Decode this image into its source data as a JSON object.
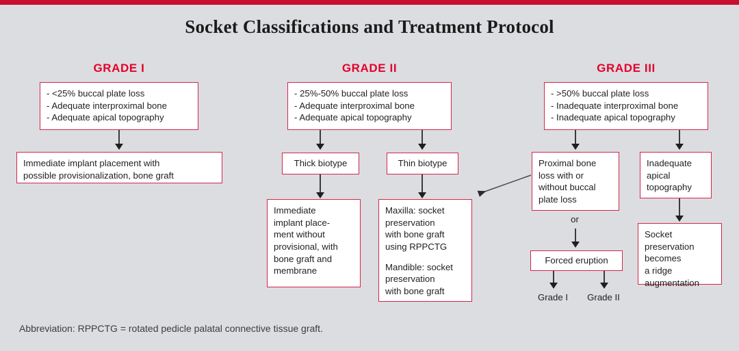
{
  "page": {
    "title": "Socket Classifications and Treatment Protocol",
    "accent_red": "#c8102e",
    "box_border_red": "#d2264b",
    "background": "#dcdde0",
    "footnote": "Abbreviation: RPPCTG = rotated pedicle palatal connective tissue graft."
  },
  "columns": {
    "grade1": {
      "heading": "GRADE I",
      "criteria": {
        "line1": "- <25% buccal plate loss",
        "line2": "- Adequate interproximal bone",
        "line3": "- Adequate apical topography"
      },
      "treatment": {
        "line1": "Immediate implant placement with",
        "line2": "possible provisionalization, bone graft"
      }
    },
    "grade2": {
      "heading": "GRADE II",
      "criteria": {
        "line1": "- 25%-50% buccal plate loss",
        "line2": "- Adequate interproximal bone",
        "line3": "- Adequate apical topography"
      },
      "thick_biotype": "Thick biotype",
      "thin_biotype": "Thin biotype",
      "thick_treatment": {
        "line1": "Immediate",
        "line2": "implant place-",
        "line3": "ment without",
        "line4": "provisional, with",
        "line5": "bone graft and",
        "line6": "membrane"
      },
      "thin_treatment": {
        "maxilla_line1": "Maxilla: socket",
        "maxilla_line2": "preservation",
        "maxilla_line3": "with bone graft",
        "maxilla_line4": "using RPPCTG",
        "mandible_line1": "Mandible: socket",
        "mandible_line2": "preservation",
        "mandible_line3": "with bone graft"
      }
    },
    "grade3": {
      "heading": "GRADE III",
      "criteria": {
        "line1": "- >50% buccal plate loss",
        "line2": "- Inadequate interproximal bone",
        "line3": "- Inadequate apical topography"
      },
      "proximal_bone_loss": {
        "line1": "Proximal bone",
        "line2": "loss with or",
        "line3": "without buccal",
        "line4": "plate loss"
      },
      "or_label": "or",
      "forced_eruption": "Forced eruption",
      "outcome_left": "Grade I",
      "outcome_right": "Grade II",
      "inadequate_apical": {
        "line1": "Inadequate",
        "line2": "apical",
        "line3": "topography"
      },
      "ridge_augmentation": {
        "line1": "Socket",
        "line2": "preservation",
        "line3": "becomes",
        "line4": "a ridge",
        "line5": "augmentation"
      }
    }
  }
}
